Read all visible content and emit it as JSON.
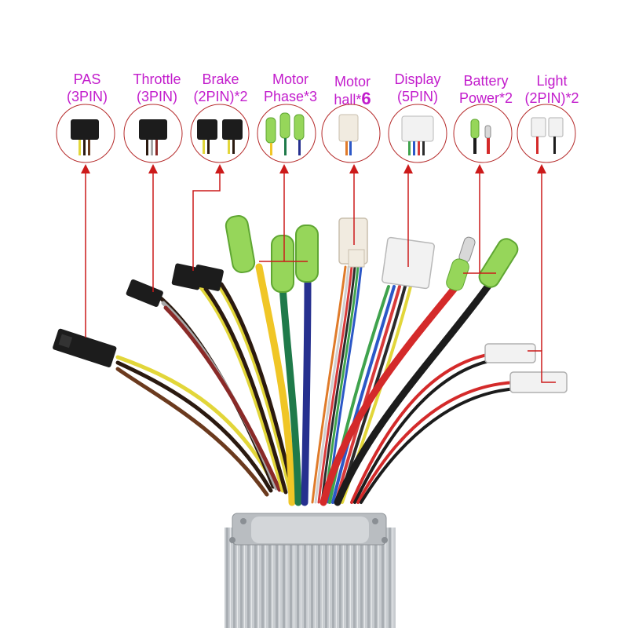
{
  "connectors": [
    {
      "id": "pas",
      "line1": "PAS",
      "line2": "(3PIN)"
    },
    {
      "id": "throttle",
      "line1": "Throttle",
      "line2": "(3PIN)"
    },
    {
      "id": "brake",
      "line1": "Brake",
      "line2": "(2PIN)*2"
    },
    {
      "id": "phase",
      "line1": "Motor",
      "line2": "Phase*3"
    },
    {
      "id": "hall",
      "line1": "Motor",
      "line2": "hall*",
      "line2_suffix": "6"
    },
    {
      "id": "display",
      "line1": "Display",
      "line2": "(5PIN)"
    },
    {
      "id": "battery",
      "line1": "Battery",
      "line2": "Power*2"
    },
    {
      "id": "light",
      "line1": "Light",
      "line2": "(2PIN)*2"
    }
  ],
  "colors": {
    "label": "#c21ccc",
    "arrow": "#cc1a1a",
    "circle": "#b52a2a"
  }
}
